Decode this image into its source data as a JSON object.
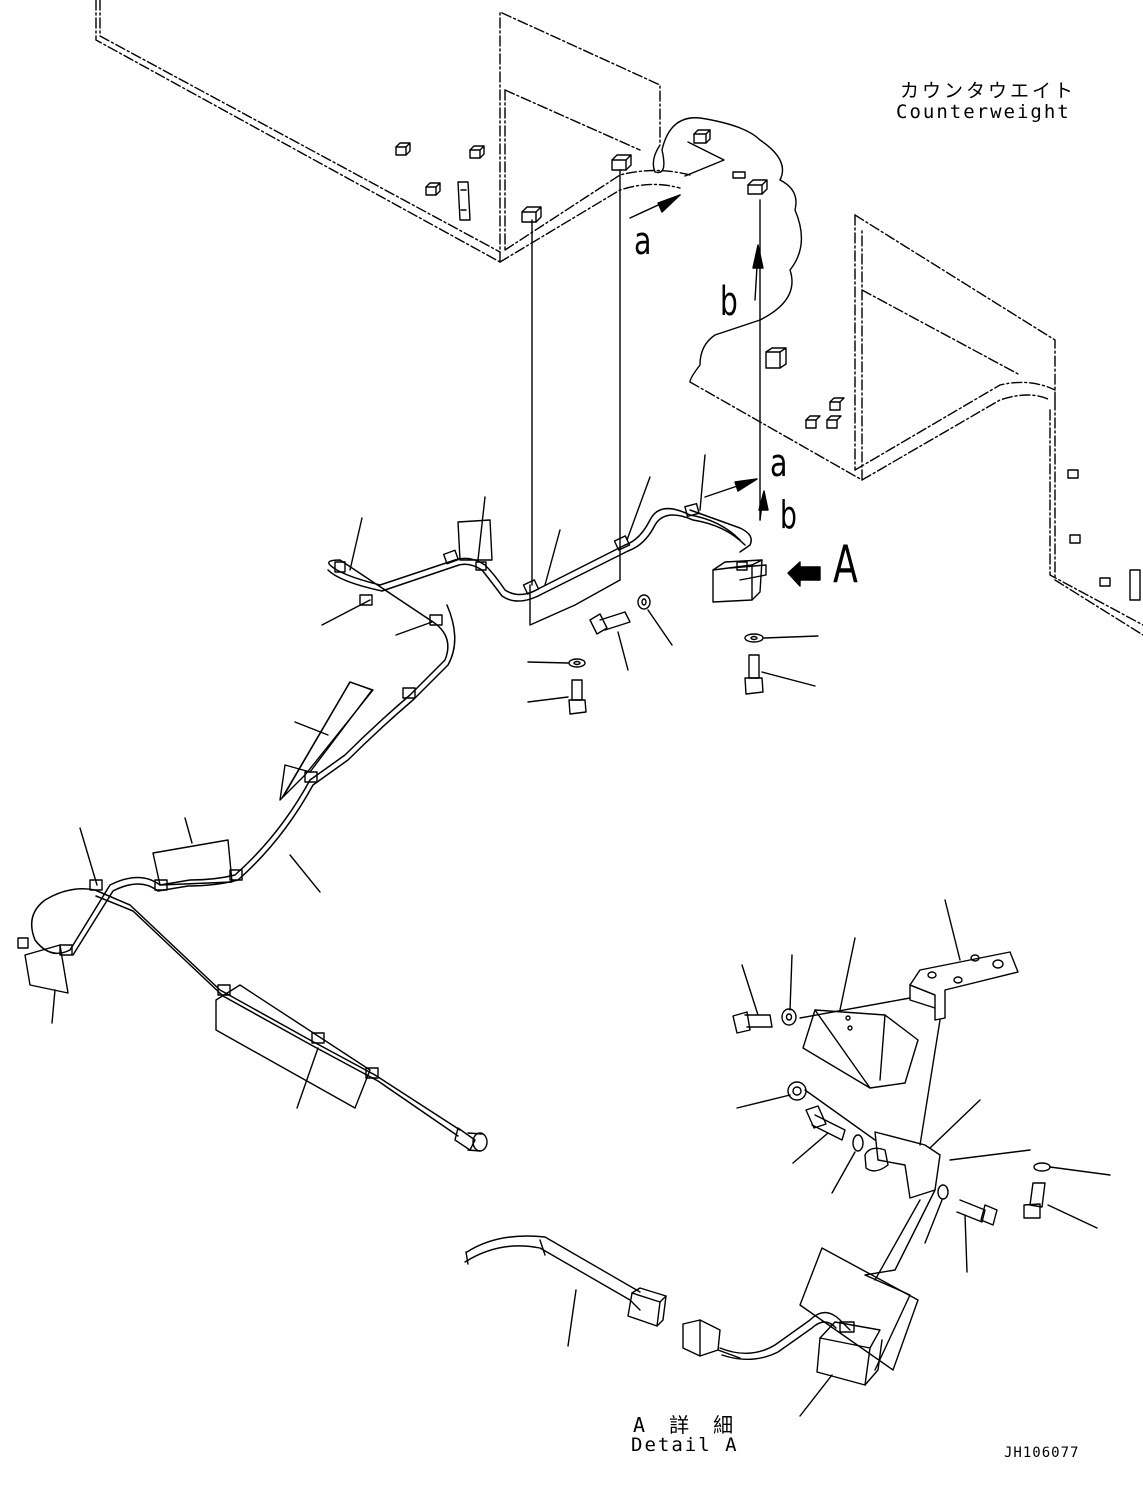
{
  "labels": {
    "counterweight_jp": "カウンタウエイト",
    "counterweight_en": "Counterweight",
    "ref_a_top": "a",
    "ref_b_top": "b",
    "ref_a_harness": "a",
    "ref_b_harness": "b",
    "view_arrow": "A",
    "detail_jp": "A 詳 細",
    "detail_en": "Detail A",
    "drawing_number": "JH106077"
  },
  "colors": {
    "line": "#000000",
    "background": "#ffffff"
  }
}
